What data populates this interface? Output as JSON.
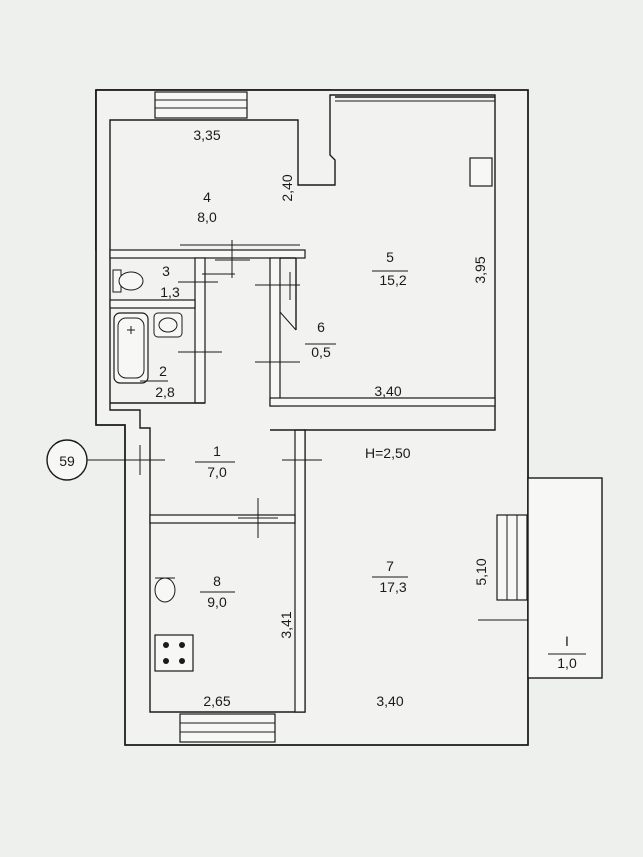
{
  "plan": {
    "building_number": "59",
    "height_label": "H=2,50",
    "rooms": [
      {
        "id": "r4",
        "number": "4",
        "area": "8,0"
      },
      {
        "id": "r3",
        "number": "3",
        "area": "1,3"
      },
      {
        "id": "r2",
        "number": "2",
        "area": "2,8"
      },
      {
        "id": "r6",
        "number": "6",
        "area": "0,5"
      },
      {
        "id": "r5",
        "number": "5",
        "area": "15,2"
      },
      {
        "id": "r1",
        "number": "1",
        "area": "7,0"
      },
      {
        "id": "r8",
        "number": "8",
        "area": "9,0"
      },
      {
        "id": "r7",
        "number": "7",
        "area": "17,3"
      },
      {
        "id": "rI",
        "number": "I",
        "area": "1,0"
      }
    ],
    "dimensions": {
      "r4_width": "3,35",
      "r4_depth": "2,40",
      "r5_depth": "3,95",
      "r5_width": "3,40",
      "r7_depth": "5,10",
      "r7_width": "3,40",
      "r8_depth": "3,41",
      "r8_width": "2,65"
    }
  },
  "colors": {
    "paper": "#f2f3f1",
    "ink": "#1a1a1a",
    "background": "#d9dbd8"
  }
}
